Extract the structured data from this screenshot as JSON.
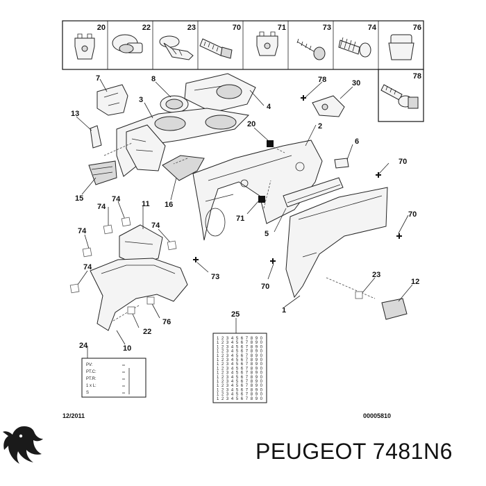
{
  "fastener_table": {
    "cells": [
      "20",
      "22",
      "23",
      "70",
      "71",
      "73",
      "74",
      "76"
    ],
    "extra_cell": "78"
  },
  "callouts": {
    "c1": "1",
    "c2": "2",
    "c3": "3",
    "c4": "4",
    "c5": "5",
    "c6": "6",
    "c7": "7",
    "c8": "8",
    "c10": "10",
    "c11": "11",
    "c12": "12",
    "c13": "13",
    "c15": "15",
    "c16": "16",
    "c20": "20",
    "c22": "22",
    "c23": "23",
    "c24": "24",
    "c25": "25",
    "c30": "30",
    "c70a": "70",
    "c70b": "70",
    "c70c": "70",
    "c71": "71",
    "c73": "73",
    "c74a": "74",
    "c74b": "74",
    "c74c": "74",
    "c74d": "74",
    "c74e": "74",
    "c76": "76",
    "c78": "78"
  },
  "label_24": {
    "rows": [
      "PV:",
      "PT.C:",
      "PT.R:",
      "1 x L:",
      "S"
    ]
  },
  "label_25": {
    "row_text": "1234567890",
    "row_count": 15
  },
  "footer": {
    "date": "12/2011",
    "ref": "00005810"
  },
  "brand": {
    "text": "PEUGEOT 7481N6"
  }
}
